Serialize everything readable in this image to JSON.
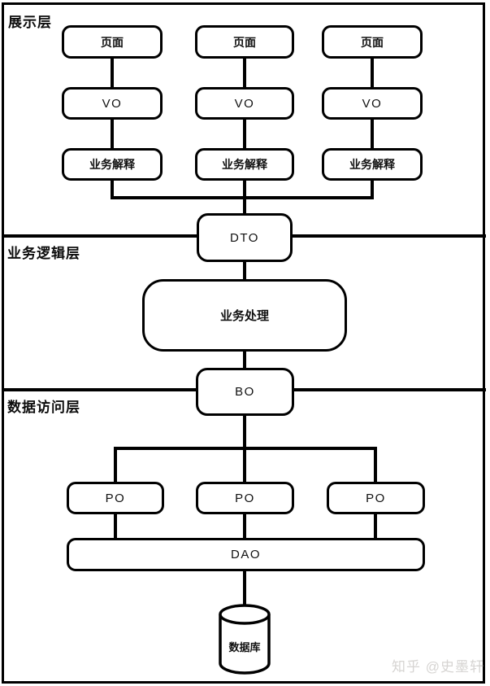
{
  "diagram": {
    "type": "three-tier-architecture",
    "layers": {
      "presentation": "展示层",
      "business": "业务逻辑层",
      "data_access": "数据访问层"
    },
    "nodes": {
      "page": "页面",
      "vo": "VO",
      "biz_explain": "业务解释",
      "dto": "DTO",
      "biz_process": "业务处理",
      "bo": "BO",
      "po": "PO",
      "dao": "DAO",
      "database": "数据库"
    },
    "colors": {
      "line": "#000000",
      "box_fill": "#ffffff",
      "text": "#111111",
      "watermark": "#d6d4d2",
      "background": "#ffffff"
    }
  },
  "watermark": "知乎 @史墨轩"
}
